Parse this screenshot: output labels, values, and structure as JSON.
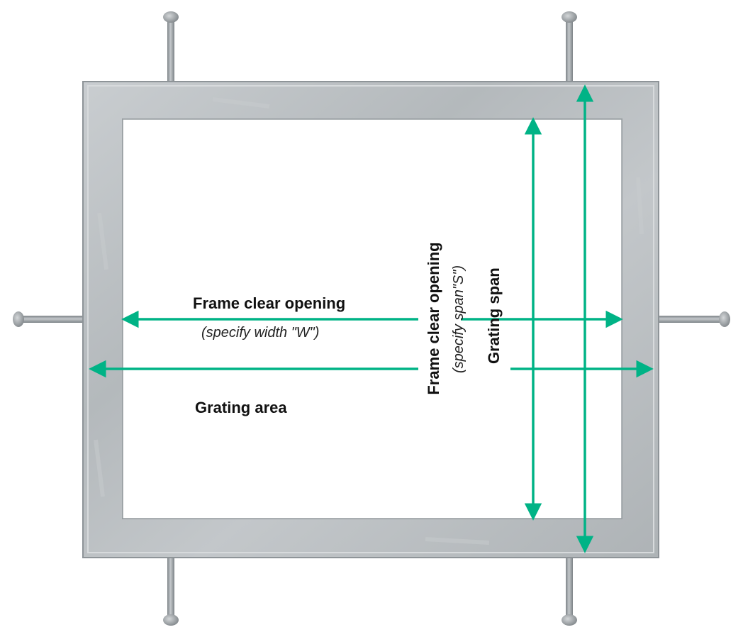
{
  "diagram": {
    "labels": {
      "frame_clear_opening_horizontal": "Frame clear opening",
      "specify_width": "(specify width \"W\")",
      "grating_area": "Grating area",
      "frame_clear_opening_vertical": "Frame clear opening",
      "specify_span": "(specify span\"S\")",
      "grating_span": "Grating span"
    },
    "colors": {
      "dimension_arrow": "#00b386",
      "frame_metal": "#b9bdc0",
      "frame_edge": "#8e9498",
      "anchor_metal": "#9aa0a4"
    },
    "icons": {
      "anchor": "anchor-bolt-icon",
      "arrow": "double-arrow-icon"
    }
  }
}
